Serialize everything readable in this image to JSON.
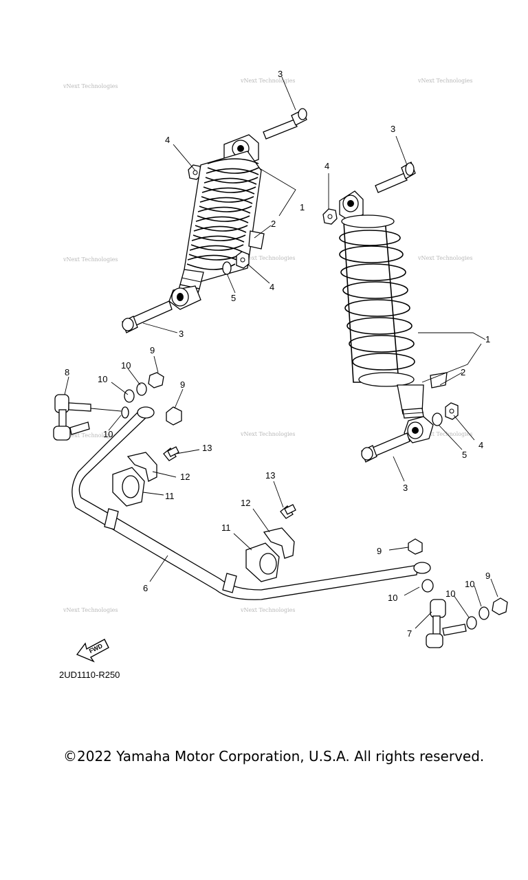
{
  "callouts": {
    "c1a": "1",
    "c1b": "1",
    "c2a": "2",
    "c2b": "2",
    "c3a": "3",
    "c3b": "3",
    "c3c": "3",
    "c3d": "3",
    "c4a": "4",
    "c4b": "4",
    "c4c": "4",
    "c4d": "4",
    "c5a": "5",
    "c5b": "5",
    "c6": "6",
    "c7": "7",
    "c8": "8",
    "c9a": "9",
    "c9b": "9",
    "c9c": "9",
    "c10a": "10",
    "c10b": "10",
    "c10c": "10",
    "c10d": "10",
    "c10e": "10",
    "c10f": "10",
    "c11a": "11",
    "c11b": "11",
    "c12a": "12",
    "c12b": "12",
    "c13a": "13",
    "c13b": "13"
  },
  "watermark": "vNext Technologies",
  "fwd_label": "FWD",
  "diagram_code": "2UD1110-R250",
  "copyright": "©2022 Yamaha Motor Corporation, U.S.A. All rights reserved."
}
